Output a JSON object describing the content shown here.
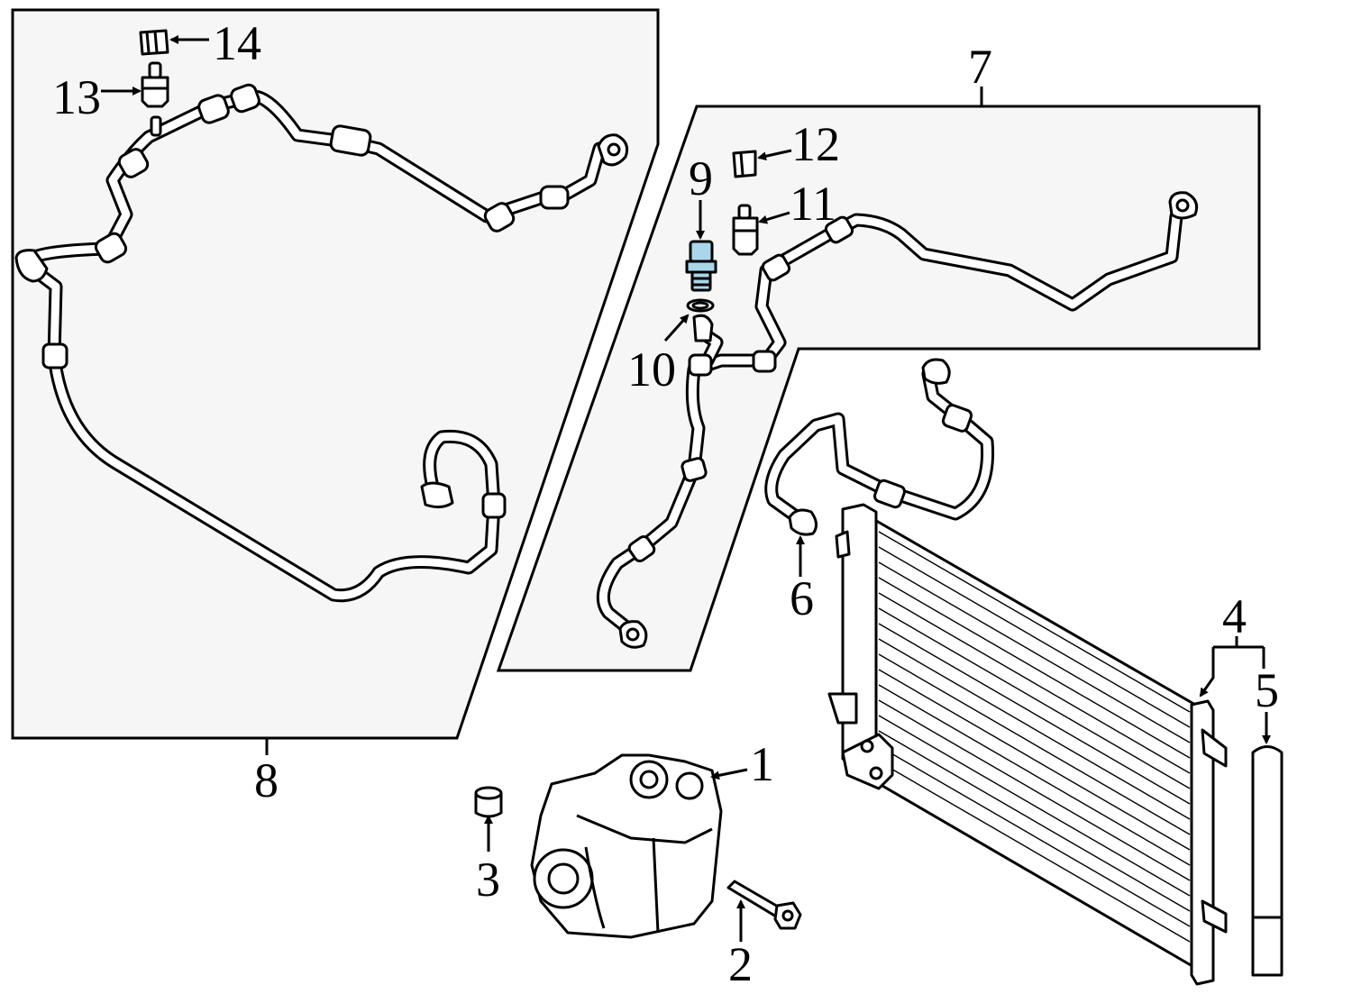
{
  "diagram": {
    "parts": [
      {
        "id": "part-1",
        "callout": "1",
        "name": "compressor"
      },
      {
        "id": "part-2",
        "callout": "2",
        "name": "bolt"
      },
      {
        "id": "part-3",
        "callout": "3",
        "name": "cap"
      },
      {
        "id": "part-4",
        "callout": "4",
        "name": "condenser"
      },
      {
        "id": "part-5",
        "callout": "5",
        "name": "drier"
      },
      {
        "id": "part-6",
        "callout": "6",
        "name": "discharge-hose"
      },
      {
        "id": "part-7",
        "callout": "7",
        "name": "liquid-line-assembly"
      },
      {
        "id": "part-8",
        "callout": "8",
        "name": "suction-hose-assembly"
      },
      {
        "id": "part-9",
        "callout": "9",
        "name": "pressure-switch"
      },
      {
        "id": "part-10",
        "callout": "10",
        "name": "o-ring"
      },
      {
        "id": "part-11",
        "callout": "11",
        "name": "service-valve"
      },
      {
        "id": "part-12",
        "callout": "12",
        "name": "valve-cap"
      },
      {
        "id": "part-13",
        "callout": "13",
        "name": "service-valve"
      },
      {
        "id": "part-14",
        "callout": "14",
        "name": "valve-cap"
      }
    ],
    "colors": {
      "highlight": "#a9d6ea",
      "box_fill": "#f6f6f6",
      "line": "#000000"
    }
  }
}
